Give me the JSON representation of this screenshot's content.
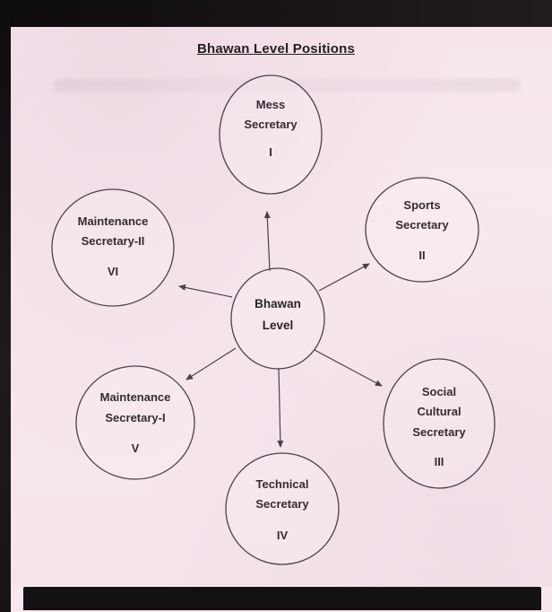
{
  "page": {
    "title": "Bhawan Level Positions"
  },
  "diagram": {
    "center_node": {
      "label": "Bhawan Level",
      "lines": [
        "Bhawan",
        "Level"
      ]
    },
    "nodes": [
      {
        "name": "mess-secretary",
        "lines": [
          "Mess",
          "Secretary",
          "I"
        ]
      },
      {
        "name": "sports-secretary",
        "lines": [
          "Sports",
          "Secretary",
          "II"
        ]
      },
      {
        "name": "maintenance-secretary-ii",
        "lines": [
          "Maintenance",
          "Secretary-II",
          "VI"
        ]
      },
      {
        "name": "maintenance-secretary-i",
        "lines": [
          "Maintenance",
          "Secretary-I",
          "V"
        ]
      },
      {
        "name": "social-cultural-secretary",
        "lines": [
          "Social",
          "Cultural",
          "Secretary",
          "III"
        ]
      },
      {
        "name": "technical-secretary",
        "lines": [
          "Technical",
          "Secretary",
          "IV"
        ]
      }
    ],
    "colors": {
      "paper": "#f7e7ee",
      "ink": "#322e33",
      "outline": "#47424a"
    }
  }
}
